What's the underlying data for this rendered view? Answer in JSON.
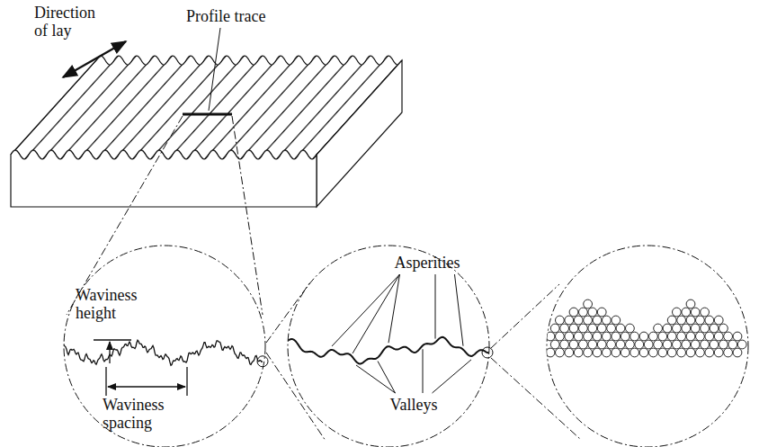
{
  "diagram": {
    "labels": [
      "Direction of lay",
      "Profile trace",
      "Waviness height",
      "Waviness spacing",
      "Asperities",
      "Valleys"
    ]
  }
}
